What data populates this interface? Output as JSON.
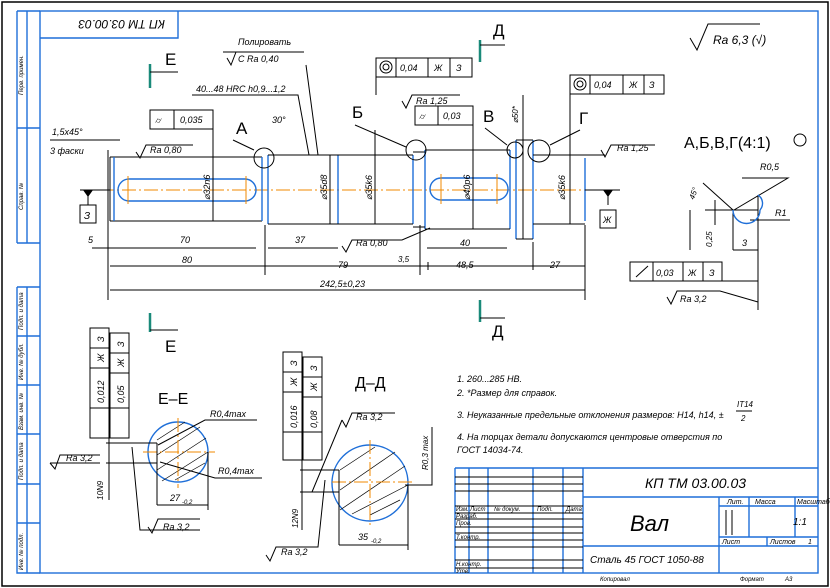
{
  "stamp": "КП ТМ 03.00.03",
  "side_strip": [
    "Перв. примен.",
    "Справ. №",
    "Подп. и дата",
    "Инв. № дубл.",
    "Взам. инв. №",
    "Подп. и дата",
    "Инв. № подл."
  ],
  "general_roughness": "Ra 6,3 (√)",
  "annotations": {
    "polish": "Полировать",
    "polish_ra": "C Ra 0,40",
    "hardness": "40...48 HRC h0,9...1,2",
    "angle30": "30°",
    "chamfer": "1,5x45°",
    "chamfer_count": "3 фаски",
    "ra_080_a": "Ra 0,80",
    "ra_080_b": "Ra 0,80",
    "ra_125_a": "Ra 1,25",
    "ra_125_b": "Ra 1,25",
    "ra_32_main": "Ra 3,2"
  },
  "tolerance_frames": {
    "cyl1": "0,035",
    "runout1": {
      "value": "0,04",
      "datum1": "Ж",
      "datum2": "З"
    },
    "cyl2": "0,03",
    "runout2": {
      "value": "0,04",
      "datum1": "Ж",
      "datum2": "З"
    },
    "runout3": {
      "value": "0,03",
      "datum1": "Ж",
      "datum2": "З"
    }
  },
  "labels": {
    "A": "А",
    "B": "Б",
    "V": "В",
    "G": "Г",
    "E_top": "Е",
    "E_bottom": "Е",
    "D_top": "Д",
    "D_bottom": "Д",
    "datum_z": "З",
    "datum_zh": "Ж"
  },
  "diameters": [
    "⌀32n6",
    "⌀35d8",
    "⌀35k6",
    "⌀40p6",
    "⌀35k6",
    "⌀50*"
  ],
  "dimensions": {
    "d5": "5",
    "d70": "70",
    "d80": "80",
    "d37": "37",
    "d79": "79",
    "d35": "3,5",
    "d40": "40",
    "d485": "48,5",
    "d27": "27",
    "total": "242,5±0,23"
  },
  "detail": {
    "title": "А,Б,В,Г(4:1)",
    "r05": "R0,5",
    "r1": "R1",
    "angle": "45°",
    "depth": "0,25",
    "width": "3"
  },
  "section_e": {
    "title": "Е–Е",
    "r_top": "R0,4max",
    "r_bottom": "R0,4max",
    "width": "10N9",
    "depth": "27",
    "depth_tol": "-0,2",
    "ra_left": "Ra 3,2",
    "ra_bottom": "Ra 3,2",
    "frame1": {
      "value": "0,012",
      "d1": "Ж",
      "d2": "З"
    },
    "frame2": {
      "value": "0,05",
      "d1": "Ж",
      "d2": "З"
    }
  },
  "section_d": {
    "title": "Д–Д",
    "r": "R0,3 max",
    "width": "12N9",
    "depth": "35",
    "depth_tol": "-0,2",
    "ra_top": "Ra 3,2",
    "ra_bottom": "Ra 3,2",
    "frame1": {
      "value": "0,016",
      "d1": "Ж",
      "d2": "З"
    },
    "frame2": {
      "value": "0,08",
      "d1": "Ж",
      "d2": "З"
    }
  },
  "notes": [
    "1. 260...285 НВ.",
    "2. *Размер для справок.",
    "3. Неуказанные предельные отклонения размеров: H14, h14, ±",
    "4. На торцах детали допускаются центровые отверстия по",
    "ГОСТ 14034-74."
  ],
  "note3_fraction": {
    "num": "IT14",
    "den": "2"
  },
  "title_block": {
    "designation": "КП ТМ 03.00.03",
    "name": "Вал",
    "material": "Сталь 45 ГОСТ 1050-88",
    "col_izm": "Изм.",
    "col_list": "Лист",
    "col_doc": "№ докум.",
    "col_sign": "Подп.",
    "col_date": "Дата",
    "razrab": "Разраб.",
    "prov": "Пров.",
    "tkontr": "Т.контр.",
    "nkontr": "Н.контр.",
    "utv": "Утв.",
    "lit": "Лит.",
    "massa": "Масса",
    "masshtab": "Масштаб",
    "scale": "1:1",
    "sheet": "Лист",
    "sheets": "Листов",
    "sheets_count": "1",
    "copied": "Копировал",
    "format": "Формат",
    "format_value": "А3"
  }
}
